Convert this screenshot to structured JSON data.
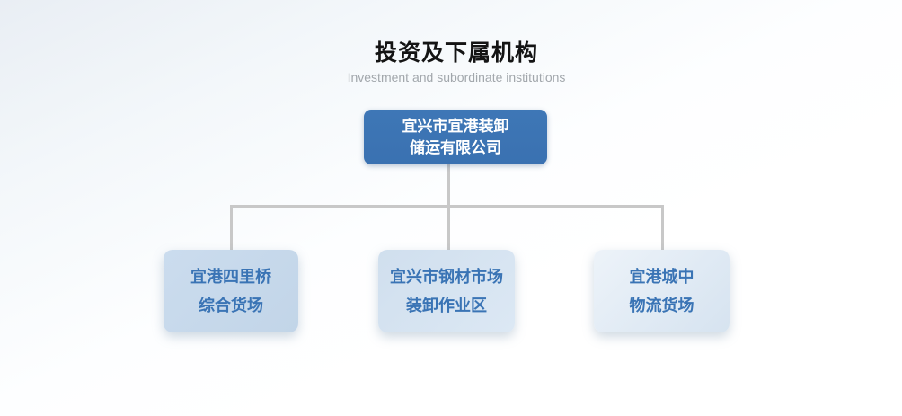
{
  "header": {
    "title": "投资及下属机构",
    "subtitle": "Investment and subordinate institutions"
  },
  "org_chart": {
    "root": {
      "line1": "宜兴市宜港装卸",
      "line2": "储运有限公司"
    },
    "children": [
      {
        "line1": "宜港四里桥",
        "line2": "综合货场"
      },
      {
        "line1": "宜兴市钢材市场",
        "line2": "装卸作业区"
      },
      {
        "line1": "宜港城中",
        "line2": "物流货场"
      }
    ]
  },
  "colors": {
    "background_top": "#e9eef4",
    "background_bottom": "#ffffff",
    "root_box_bg": "#3b73b3",
    "root_box_text": "#ffffff",
    "child_box_bg_dark": "#c2d5e8",
    "child_box_bg_light": "#edf3f9",
    "child_box_text": "#3a74b5",
    "connector": "#c8c8c8",
    "title_text": "#141414",
    "subtitle_text": "#a2a7ac"
  }
}
